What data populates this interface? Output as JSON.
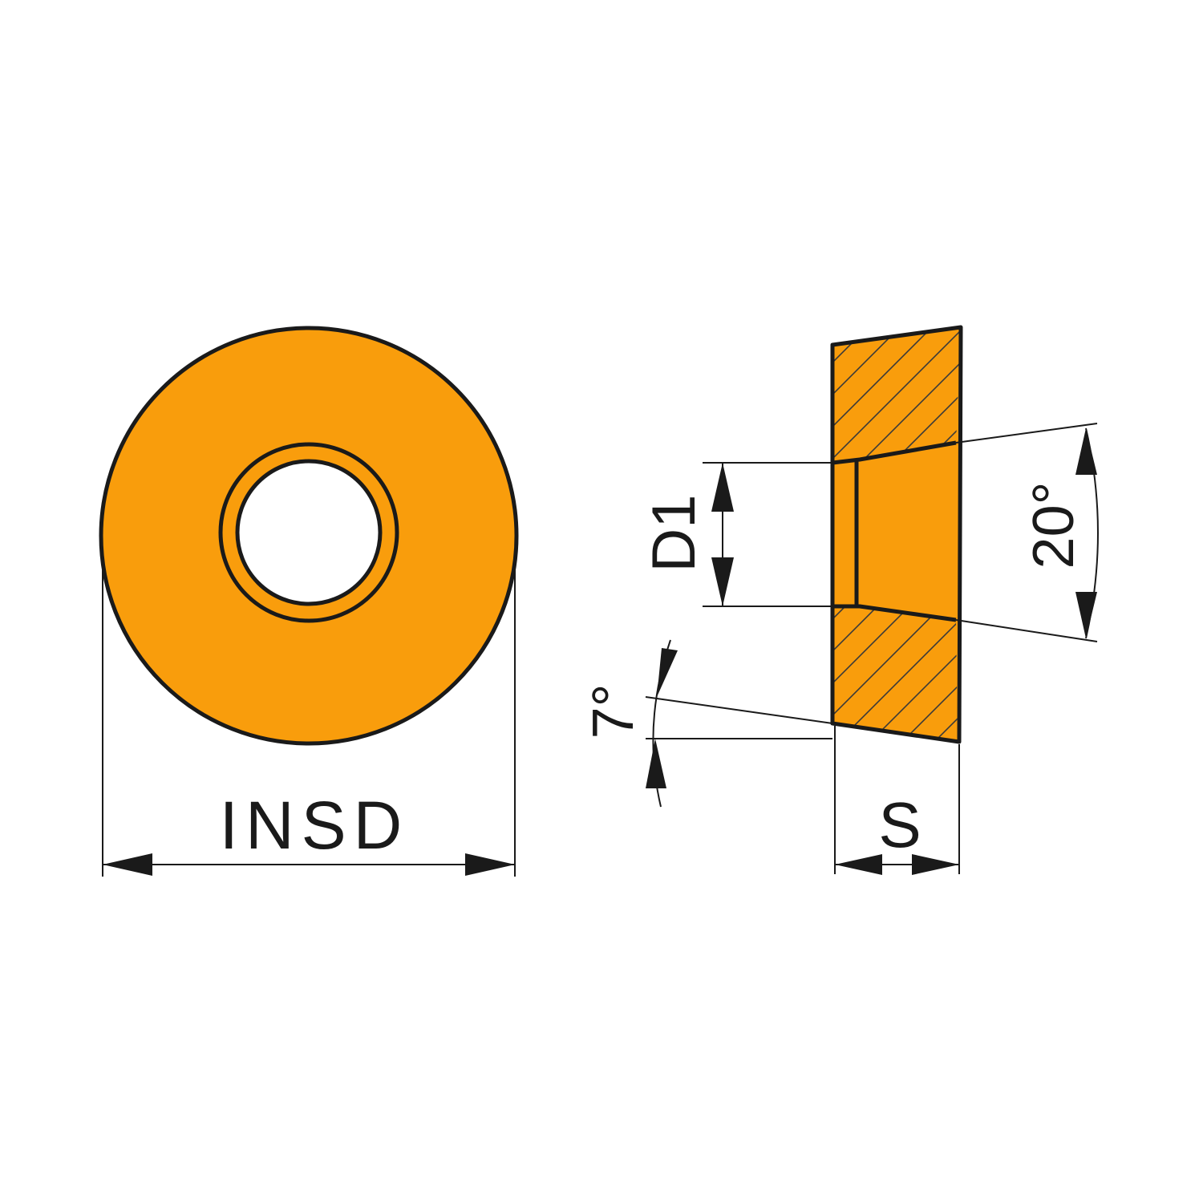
{
  "labels": {
    "insd": "INSD",
    "d1": "D1",
    "s": "S",
    "angle_20": "20°",
    "angle_7": "7°"
  },
  "colors": {
    "insert_fill": "#F99D0C",
    "outline": "#1a1a1a",
    "background": "#ffffff"
  }
}
